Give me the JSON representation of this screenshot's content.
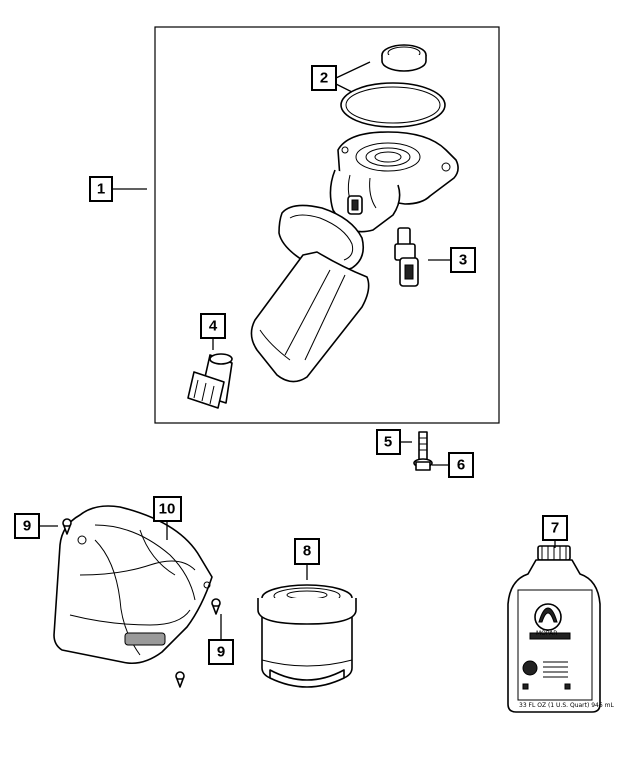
{
  "callouts": {
    "c1": "1",
    "c2": "2",
    "c3": "3",
    "c4": "4",
    "c5": "5",
    "c6": "6",
    "c7": "7",
    "c8": "8",
    "c9a": "9",
    "c9b": "9",
    "c10": "10"
  },
  "bottle_label": {
    "brand": "MOPAR",
    "volume": "33 FL OZ (1 U.S. Quart) 946 mL"
  }
}
